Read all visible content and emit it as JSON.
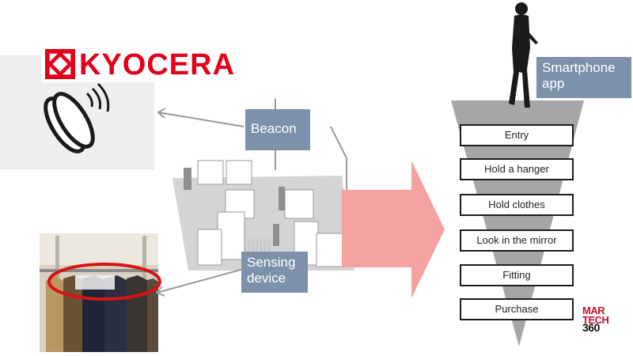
{
  "company_logo": {
    "text": "KYOCERA",
    "color": "#e2001a"
  },
  "labels": {
    "beacon": "Beacon",
    "sensing": "Sensing device",
    "app": "Smartphone app"
  },
  "funnel_steps": [
    "Entry",
    "Hold a hanger",
    "Hold clothes",
    "Look in the mirror",
    "Fitting",
    "Purchase"
  ],
  "watermark": {
    "line1": "MAR",
    "line2": "TECH",
    "line3": "360"
  },
  "colors": {
    "label_bg": "#7d91aa",
    "arrow": "#f4a3a1",
    "funnel": "#a6a6a6",
    "highlight_ring": "#d81414",
    "brand_red": "#e2001a"
  }
}
